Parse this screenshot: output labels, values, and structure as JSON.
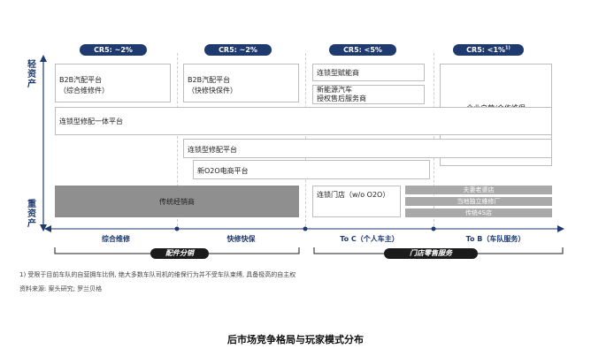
{
  "axis": {
    "top_label": "轻资产",
    "bottom_label": "重资产"
  },
  "cr5_pills": [
    "CR5: ~2%",
    "CR5: ~2%",
    "CR5: <5%",
    "CR5: <1%"
  ],
  "cr5_last_sup": "1)",
  "boxes": {
    "b2b_comprehensive": [
      "B2B汽配平台",
      "（综合维修件）"
    ],
    "b2b_fast": [
      "B2B汽配平台",
      "（快修快保件）"
    ],
    "chain_empower": "连锁型赋能商",
    "nev_auth": [
      "新能源汽车",
      "授权售后服务商"
    ],
    "enterprise": "企业自营/合作维保",
    "integrated_chain": "连锁型修配一体平台",
    "chain_parts": "连锁型修配平台",
    "o2o_ecom": "新O2O电商平台",
    "traditional_dist": "传统经销商",
    "chain_store": "连锁门店（w/o O2O）",
    "husband_wife": "夫妻老婆店",
    "local_indep": "当地独立维修厂",
    "traditional_4s": "传统4S店"
  },
  "segments": [
    "综合维修",
    "快修快保",
    "To C（个人车主）",
    "To B（车队服务）"
  ],
  "groups": [
    "配件分销",
    "门店零售服务"
  ],
  "notes": [
    "1) 受限于目前车队的自营拥车比例, 绝大多数车队司机的维保行为并不受车队束缚, 具备极高的自主权",
    "资料来源: 案头研究; 罗兰贝格"
  ],
  "title": "后市场竞争格局与玩家模式分布"
}
